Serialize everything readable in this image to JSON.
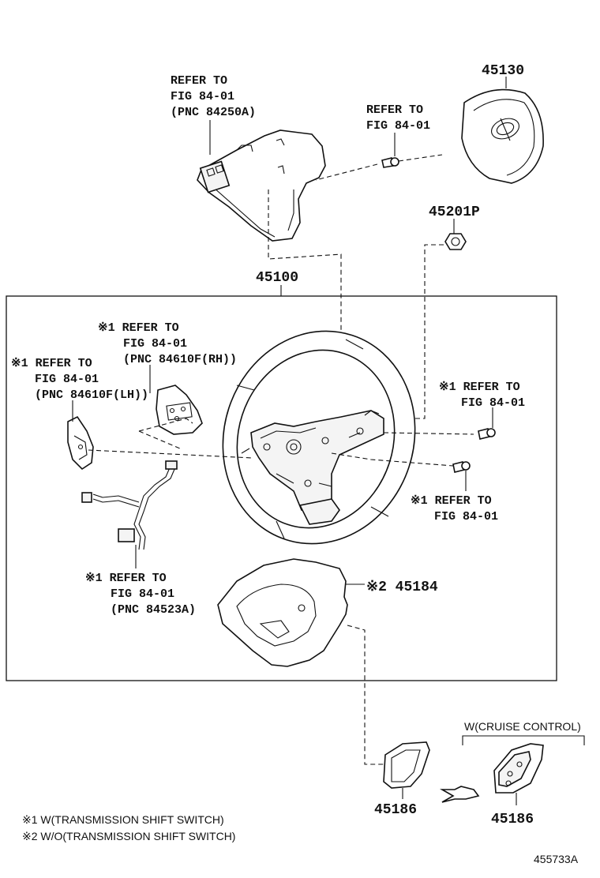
{
  "callouts": {
    "top_left": [
      "REFER TO",
      "FIG 84-01",
      "(PNC 84250A)"
    ],
    "top_mid": [
      "REFER TO",
      "FIG 84-01"
    ],
    "paddle_rh": [
      "※1 REFER TO",
      "FIG 84-01",
      "(PNC 84610F(RH))"
    ],
    "paddle_lh": [
      "※1 REFER TO",
      "FIG 84-01",
      "(PNC 84610F(LH))"
    ],
    "bolt_upper": [
      "※1 REFER TO",
      "FIG 84-01"
    ],
    "bolt_lower": [
      "※1 REFER TO",
      "FIG 84-01"
    ],
    "wire": [
      "※1 REFER TO",
      "FIG 84-01",
      "(PNC 84523A)"
    ]
  },
  "part_numbers": {
    "airbag": "45130",
    "nut": "45201P",
    "wheel": "45100",
    "lower_cover": "※2 45184",
    "cover_left": "45186",
    "cover_right": "45186"
  },
  "cruise_label": "W(CRUISE CONTROL)",
  "footnotes": [
    "※1 W(TRANSMISSION SHIFT SWITCH)",
    "※2 W/O(TRANSMISSION SHIFT SWITCH)"
  ],
  "figure_id": "455733A"
}
